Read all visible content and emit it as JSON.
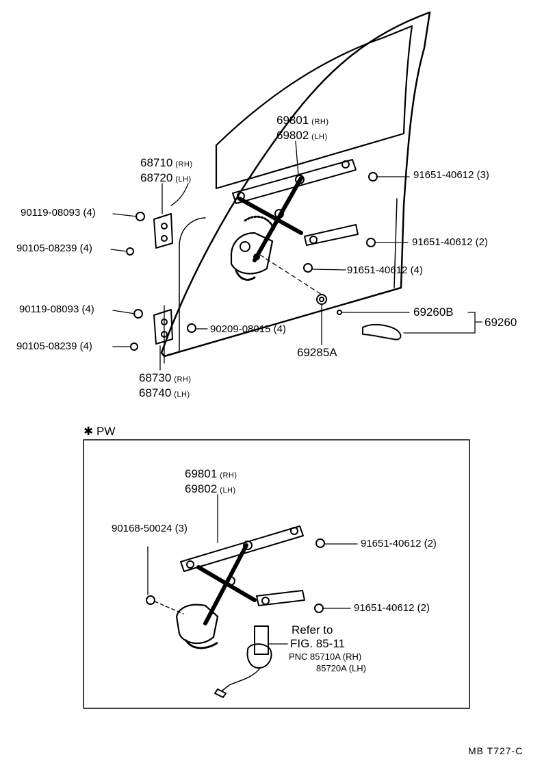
{
  "main": {
    "regulator": {
      "parts": [
        "69801",
        "69802"
      ],
      "suffixes": [
        "(RH)",
        "(LH)"
      ]
    },
    "upper_hinge": {
      "parts": [
        "68710",
        "68720"
      ],
      "suffixes": [
        "(RH)",
        "(LH)"
      ]
    },
    "lower_hinge": {
      "parts": [
        "68730",
        "68740"
      ],
      "suffixes": [
        "(RH)",
        "(LH)"
      ]
    },
    "bolt_upper_a": "90119-08093 (4)",
    "bolt_upper_b": "90105-08239 (4)",
    "bolt_lower_a": "90119-08093 (4)",
    "bolt_lower_b": "90105-08239 (4)",
    "clip": "90209-08015 (4)",
    "bolt_rail_top": "91651-40612 (3)",
    "bolt_rail_mid": "91651-40612 (2)",
    "bolt_gear": "91651-40612 (4)",
    "handle_sub": "69260B",
    "handle_assy": "69260",
    "washer": "69285A"
  },
  "pw": {
    "title": "PW",
    "asterisk": "✱",
    "regulator": {
      "parts": [
        "69801",
        "69802"
      ],
      "suffixes": [
        "(RH)",
        "(LH)"
      ]
    },
    "screw": "90168-50024 (3)",
    "bolt_top": "91651-40612 (2)",
    "bolt_bottom": "91651-40612 (2)",
    "refer_line1": "Refer to",
    "refer_line2": "FIG. 85-11",
    "pnc_line1": "PNC 85710A (RH)",
    "pnc_line2": "85720A (LH)"
  },
  "footer": {
    "code": "MB  T727-C"
  }
}
